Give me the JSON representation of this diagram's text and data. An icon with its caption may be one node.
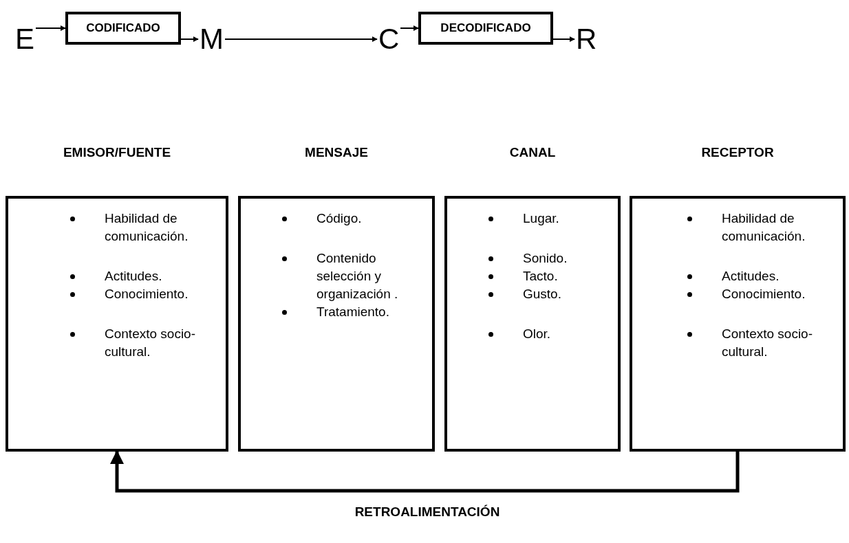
{
  "diagram": {
    "nodes": [
      {
        "text": [
          "E"
        ]
      },
      {
        "text": [
          "CODIFICADO"
        ]
      },
      {
        "text": [
          "M"
        ]
      },
      {
        "text": [
          "C"
        ]
      },
      {
        "text": [
          "DECODIFICADO"
        ]
      },
      {
        "text": [
          "R"
        ]
      },
      {
        "text": [
          "EMISOR/FUENTE",
          "Habilidad de comunicación.",
          "Actitudes.",
          "Conocimiento.",
          "Contexto socio-cultural."
        ]
      },
      {
        "text": [
          "MENSAJE",
          "Código.",
          "Contenido selección y organización .",
          "Tratamiento."
        ]
      },
      {
        "text": [
          "CANAL",
          "Lugar.",
          "Sonido.",
          "Tacto.",
          "Gusto.",
          "Olor."
        ]
      },
      {
        "text": [
          "RECEPTOR",
          "Habilidad de comunicación.",
          "Actitudes.",
          "Conocimiento.",
          "Contexto socio-cultural."
        ]
      }
    ],
    "edges": [
      {
        "from": 0,
        "to": 1,
        "arrow": "to"
      },
      {
        "from": 1,
        "to": 2,
        "arrow": "to"
      },
      {
        "from": 2,
        "to": 3,
        "arrow": "to"
      },
      {
        "from": 3,
        "to": 4,
        "arrow": "to"
      },
      {
        "from": 4,
        "to": 5,
        "arrow": "to"
      },
      {
        "from": 9,
        "to": 6,
        "arrow": "to",
        "label": "RETROALIMENTACIÓN",
        "style": "thick"
      }
    ]
  }
}
